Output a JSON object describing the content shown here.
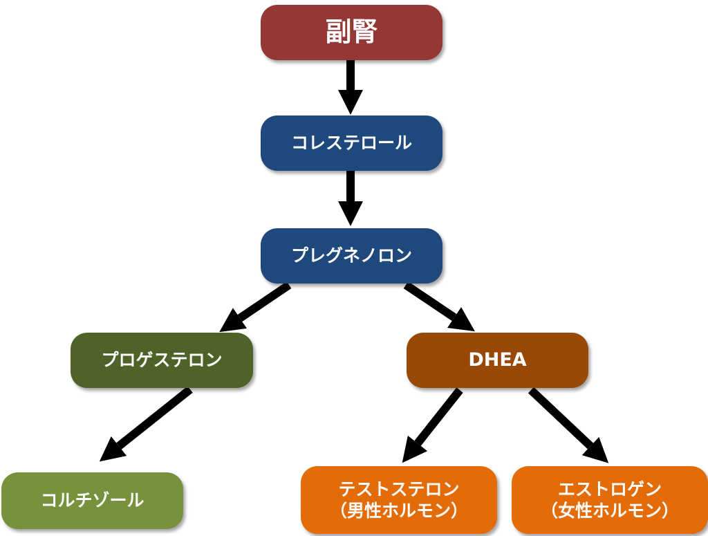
{
  "nodes": {
    "adrenal": {
      "label": "副腎",
      "color": "#953735"
    },
    "cholesterol": {
      "label": "コレステロール",
      "color": "#1f497d"
    },
    "pregnenolone": {
      "label": "プレグネノロン",
      "color": "#1f497d"
    },
    "progesterone": {
      "label": "プロゲステロン",
      "color": "#4f6228"
    },
    "dhea": {
      "label": "DHEA",
      "color": "#984807"
    },
    "cortisol": {
      "label": "コルチゾール",
      "color": "#76923c"
    },
    "testosterone": {
      "line1": "テストステロン",
      "line2": "（男性ホルモン）",
      "color": "#e36c09"
    },
    "estrogen": {
      "line1": "エストロゲン",
      "line2": "（女性ホルモン）",
      "color": "#e36c09"
    }
  },
  "edges": [
    {
      "from": "adrenal",
      "to": "cholesterol"
    },
    {
      "from": "cholesterol",
      "to": "pregnenolone"
    },
    {
      "from": "pregnenolone",
      "to": "progesterone"
    },
    {
      "from": "pregnenolone",
      "to": "dhea"
    },
    {
      "from": "progesterone",
      "to": "cortisol"
    },
    {
      "from": "dhea",
      "to": "testosterone"
    },
    {
      "from": "dhea",
      "to": "estrogen"
    }
  ],
  "arrow_color": "#000000"
}
